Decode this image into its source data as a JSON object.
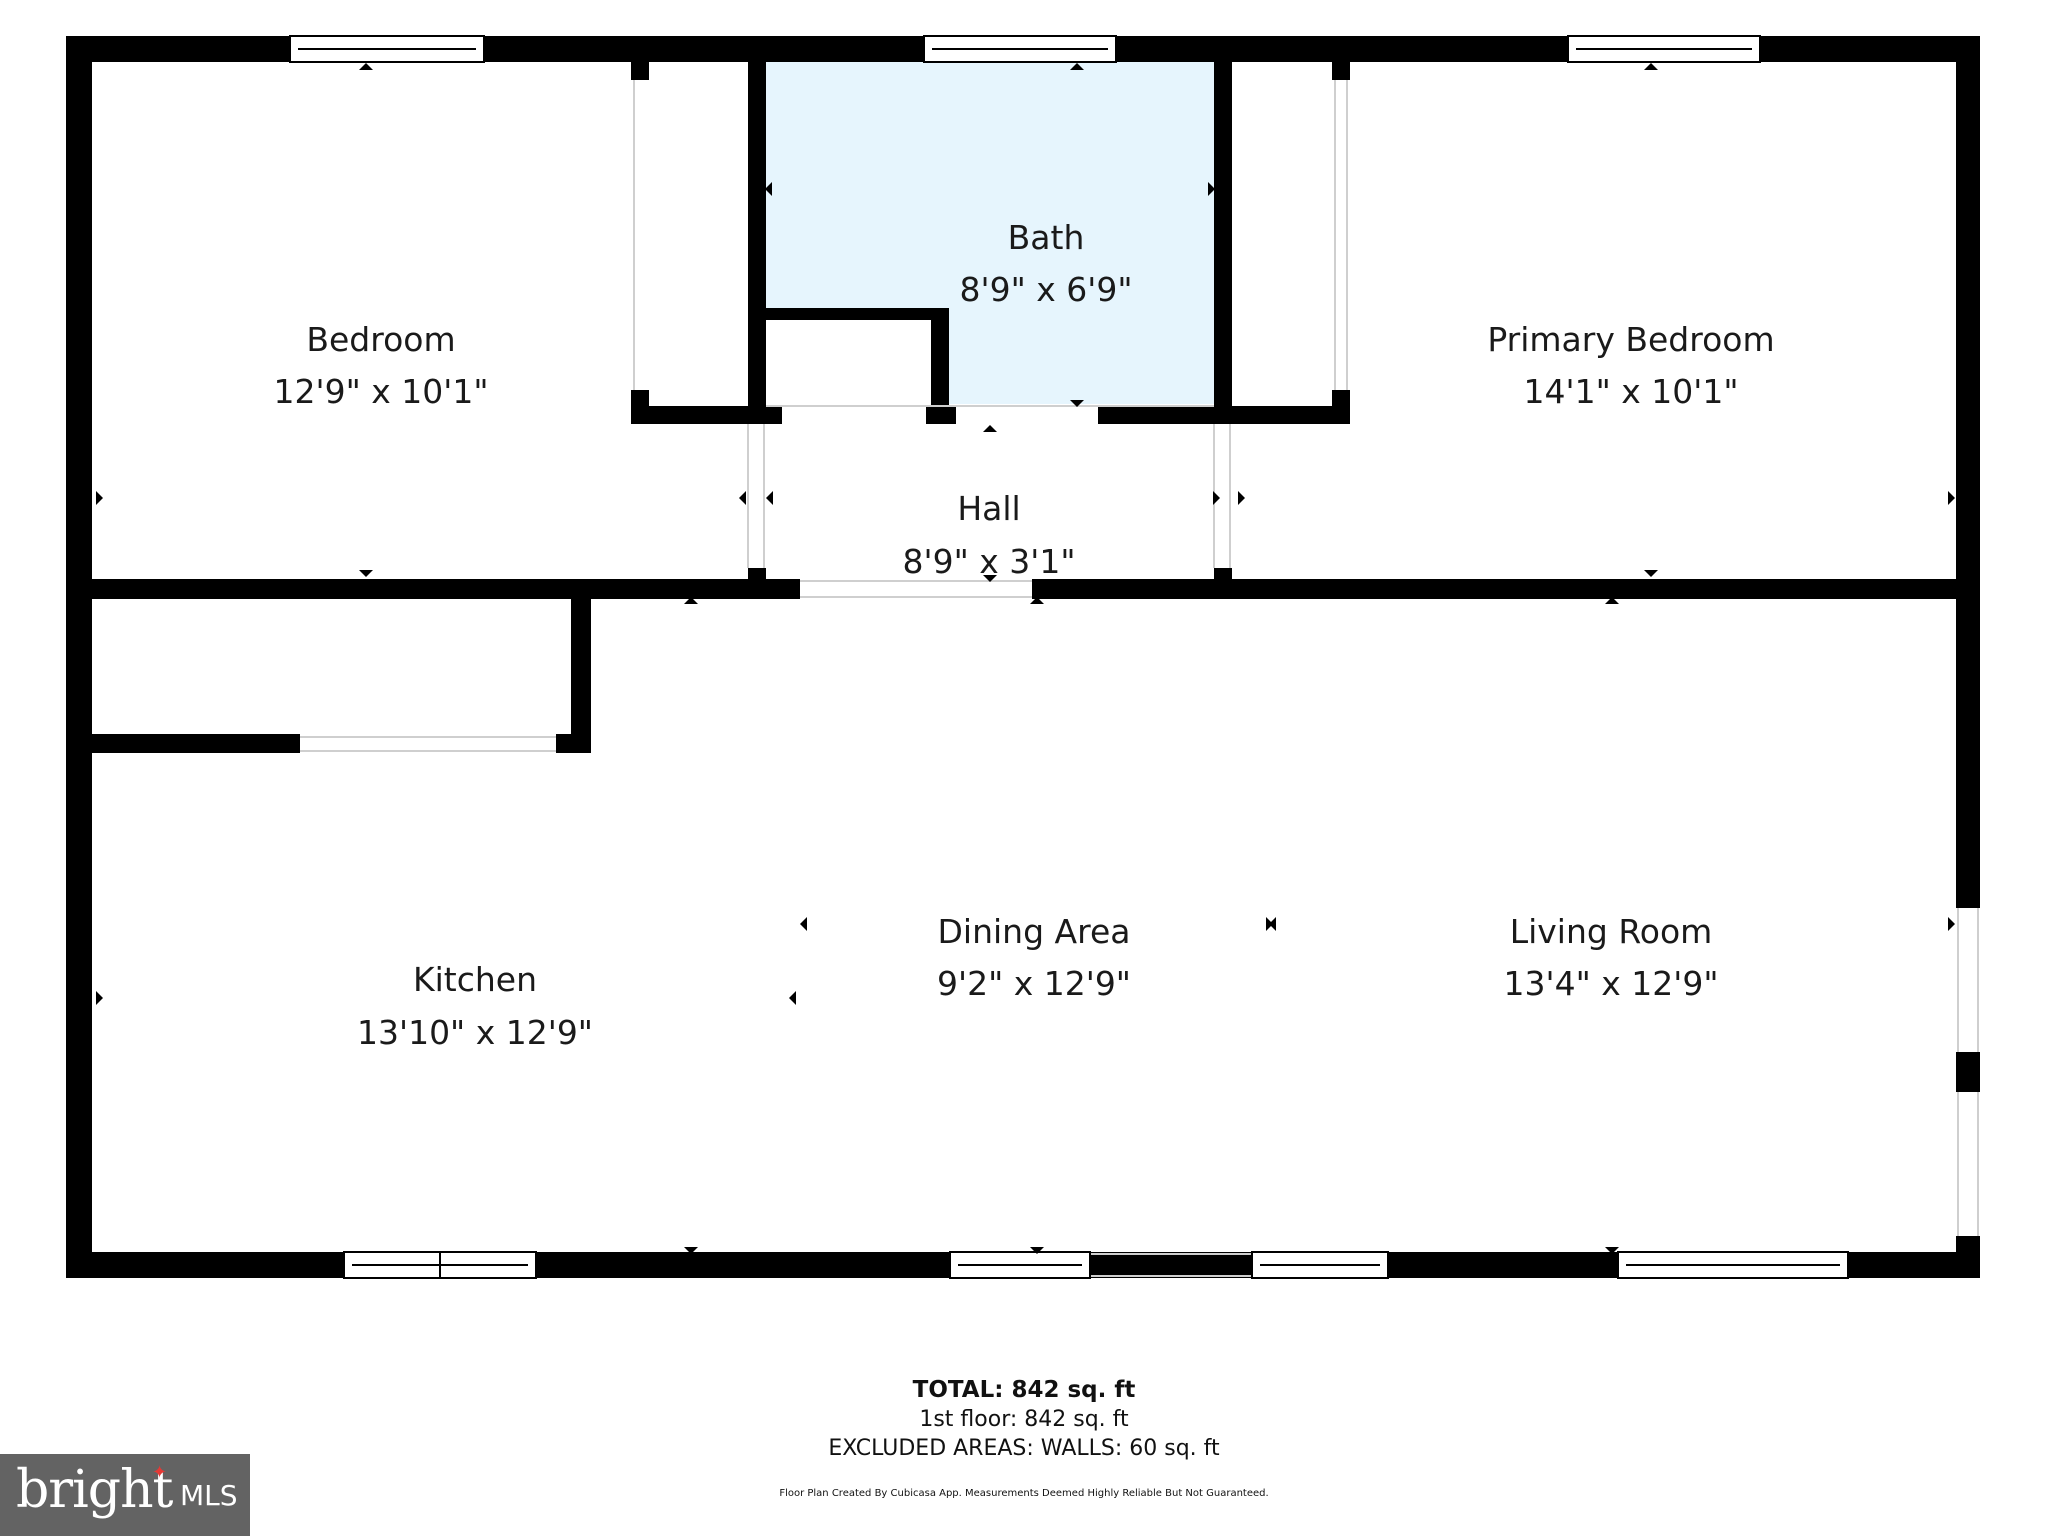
{
  "rooms": {
    "bedroom": {
      "name": "Bedroom",
      "dim": "12'9\" x 10'1\""
    },
    "bath": {
      "name": "Bath",
      "dim": "8'9\" x 6'9\""
    },
    "primary_bedroom": {
      "name": "Primary Bedroom",
      "dim": "14'1\" x 10'1\""
    },
    "hall": {
      "name": "Hall",
      "dim": "8'9\" x 3'1\""
    },
    "kitchen": {
      "name": "Kitchen",
      "dim": "13'10\" x 12'9\""
    },
    "dining_area": {
      "name": "Dining Area",
      "dim": "9'2\" x 12'9\""
    },
    "living_room": {
      "name": "Living Room",
      "dim": "13'4\" x 12'9\""
    }
  },
  "footer": {
    "total": "TOTAL: 842 sq. ft",
    "floor": "1st floor: 842 sq. ft",
    "excluded": "EXCLUDED AREAS: WALLS: 60 sq. ft",
    "note": "Floor Plan Created By Cubicasa App. Measurements Deemed Highly Reliable But Not Guaranteed."
  },
  "logo": {
    "word": "bright",
    "suffix": "MLS"
  },
  "colors": {
    "wall": "#000000",
    "bath_fill": "#e6f5fd",
    "logo_bg": "#636363",
    "logo_accent": "#e53935"
  }
}
